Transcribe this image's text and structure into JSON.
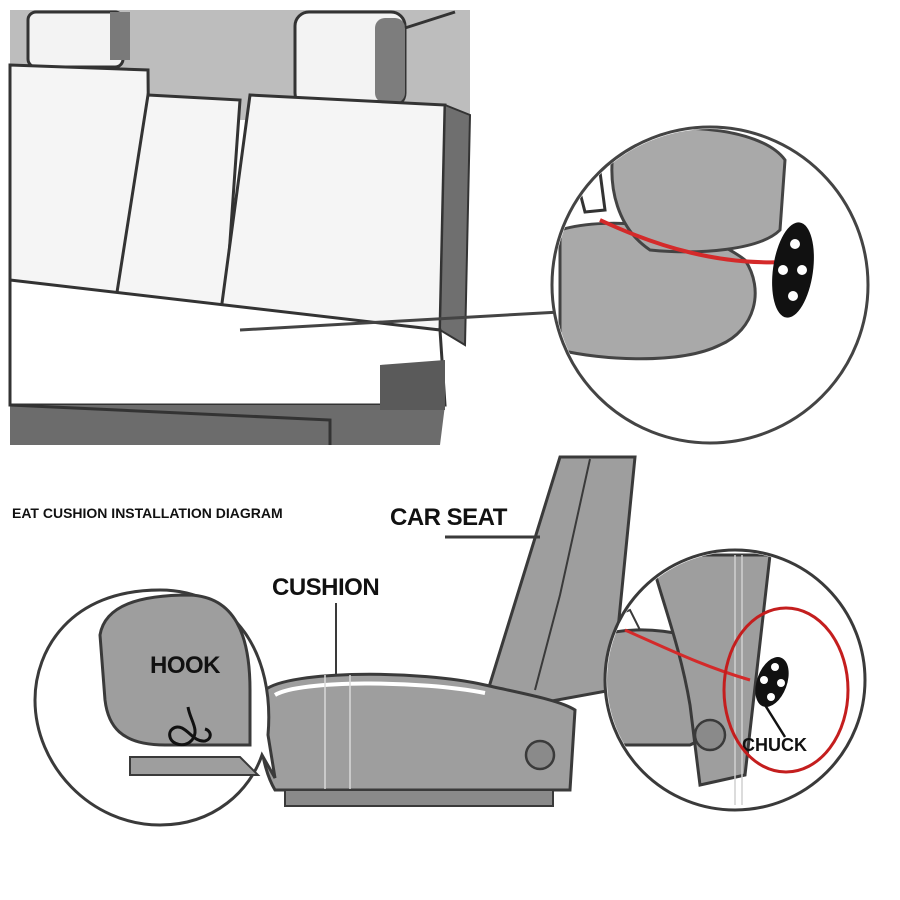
{
  "diagram": {
    "title": "EAT CUSHION INSTALLATION DIAGRAM",
    "labels": {
      "car_seat": "CAR SEAT",
      "cushion": "CUSHION",
      "hook": "HOOK",
      "chuck": "CHUCK"
    },
    "colors": {
      "seat_gray": "#9b9b9b",
      "seat_light": "#f2f2f2",
      "outline": "#3a3a3a",
      "strap_red": "#d42a2a",
      "highlight_circle": "#c41e1e"
    }
  }
}
